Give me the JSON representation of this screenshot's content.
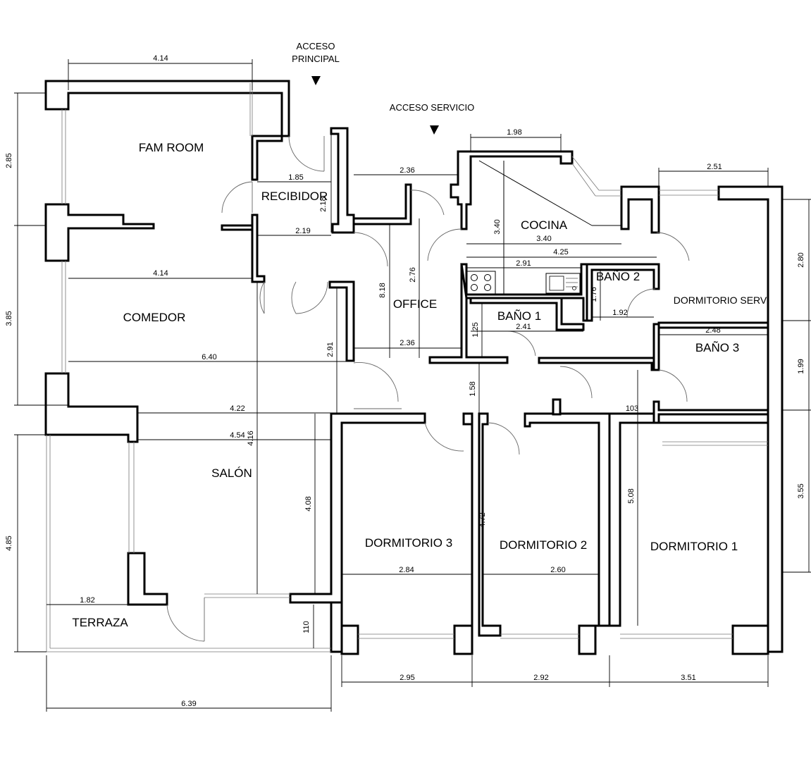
{
  "rooms": {
    "fam_room": "FAM ROOM",
    "recibidor": "RECIBIDOR",
    "cocina": "COCINA",
    "comedor": "COMEDOR",
    "office": "OFFICE",
    "bano1": "BAÑO 1",
    "bano2": "BAÑO 2",
    "bano3": "BAÑO 3",
    "dormitorio_serv": "DORMITORIO SERV",
    "salon": "SALÓN",
    "dormitorio1": "DORMITORIO 1",
    "dormitorio2": "DORMITORIO 2",
    "dormitorio3": "DORMITORIO 3",
    "terraza": "TERRAZA"
  },
  "access": {
    "principal_line1": "ACCESO",
    "principal_line2": "PRINCIPAL",
    "servicio": "ACCESO SERVICIO"
  },
  "dimensions": {
    "fam_width": "4.14",
    "fam_height": "2.85",
    "recibidor_width": "1.85",
    "recibidor_height": "2.18",
    "recibidor_lower": "2.19",
    "corridor_top": "2.36",
    "comedor_width": "4.14",
    "comedor_height": "3.85",
    "comedor_full": "6.40",
    "office_height1": "8.18",
    "office_height2": "2.76",
    "office_width": "2.36",
    "office_corr": "2.91",
    "cocina_top": "1.98",
    "cocina_height": "3.40",
    "cocina_width": "3.40",
    "cocina_full": "4.25",
    "bano1_width": "2.91",
    "bano1_width2": "2.41",
    "bano1_height": "1.25",
    "bano2_height": "1.76",
    "bano2_width": "1.92",
    "serv_top": "2.51",
    "serv_height": "2.80",
    "bano3_width": "2.48",
    "bano3_height": "1.99",
    "bano3_small": "103",
    "hall_height": "1.58",
    "salon_top": "4.22",
    "salon_width": "4.54",
    "salon_height1": "4.16",
    "salon_height2": "4.08",
    "salon_left": "4.85",
    "dorm3_width": "2.84",
    "dorm2_height": "4.72",
    "dorm2_width": "2.60",
    "dorm1_height": "5.08",
    "right_height": "3.55",
    "terraza_width": "1.82",
    "terraza_depth": "110",
    "bottom_total": "6.39",
    "bottom_d3": "2.95",
    "bottom_d2": "2.92",
    "bottom_d1": "3.51"
  }
}
